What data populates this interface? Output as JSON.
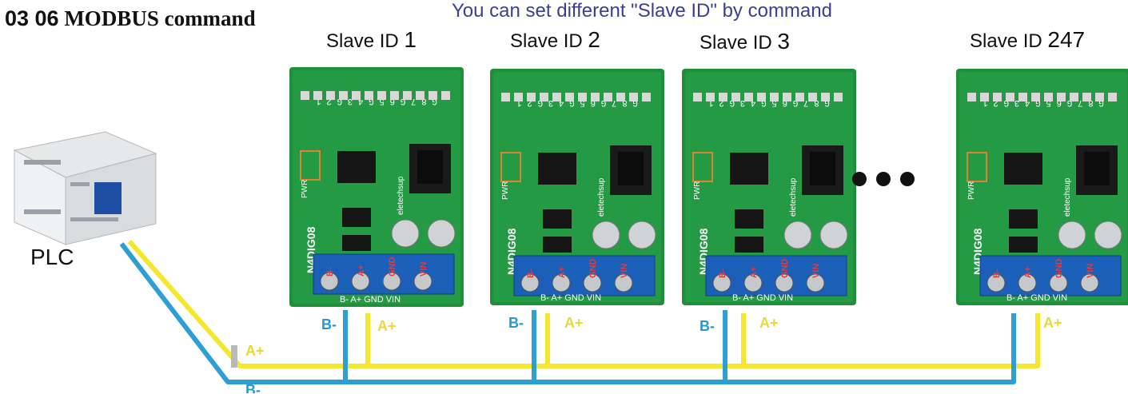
{
  "header": {
    "title_code": "03 06",
    "title_text": "MODBUS command",
    "subtitle": "You can set different \"Slave ID\" by command"
  },
  "plc": {
    "label": "PLC"
  },
  "slaves": [
    {
      "prefix": "Slave ID",
      "id": "1"
    },
    {
      "prefix": "Slave ID",
      "id": "2"
    },
    {
      "prefix": "Slave ID",
      "id": "3"
    },
    {
      "prefix": "Slave ID",
      "id": "247"
    }
  ],
  "board": {
    "model": "N4DIG08",
    "brand": "eletechsup",
    "pwr": "PWR",
    "header_pins": "G 8 7 G 6 5 G 4 3 G 2 1",
    "terminal_labels": [
      "B-",
      "A+",
      "GND",
      "VIN"
    ],
    "bottom_labels": "B-  A+  GND  VIN"
  },
  "wires": {
    "b_label": "B-",
    "a_label": "A+",
    "bus_a_label": "A+",
    "bus_b_label": "B-",
    "colors": {
      "a": "#f5e82c",
      "b": "#2d9fd4"
    }
  }
}
